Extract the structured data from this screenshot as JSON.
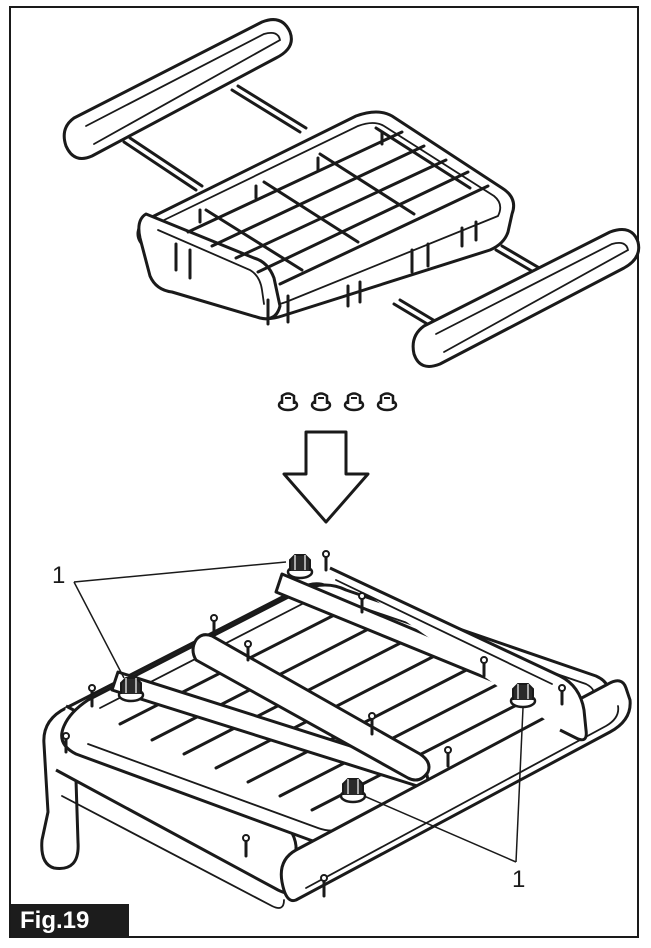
{
  "figure": {
    "label": "Fig.19",
    "callouts": [
      {
        "id": "callout-top",
        "text": "1"
      },
      {
        "id": "callout-bottom",
        "text": "1"
      }
    ],
    "hardware_count": 4,
    "arrow_direction": "down",
    "colors": {
      "ink": "#1a1a1a",
      "paper": "#ffffff",
      "label_bg": "#1c1c1c",
      "label_text": "#ffffff"
    }
  }
}
